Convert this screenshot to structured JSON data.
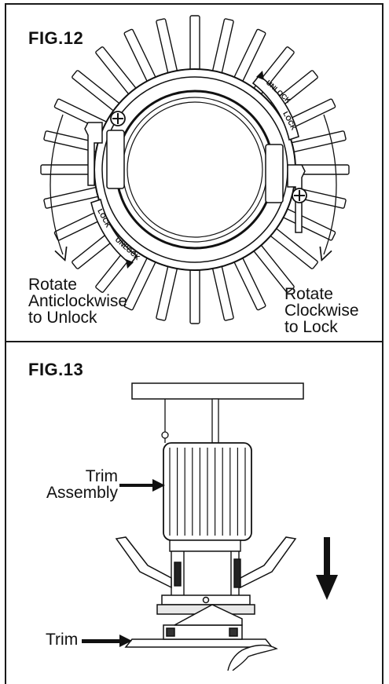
{
  "fig12": {
    "title": "FIG.12",
    "unlock_caption": [
      "Rotate",
      "Anticlockwise",
      "to Unlock"
    ],
    "lock_caption": [
      "Rotate",
      "Clockwise",
      "to Lock"
    ],
    "clip_top_labels": [
      "UNLOCK",
      "LOCK"
    ],
    "clip_bottom_labels": [
      "LOCK",
      "UNLOCK"
    ]
  },
  "fig13": {
    "title": "FIG.13",
    "trim_assembly_label": [
      "Trim",
      "Assembly"
    ],
    "trim_label": "Trim"
  }
}
